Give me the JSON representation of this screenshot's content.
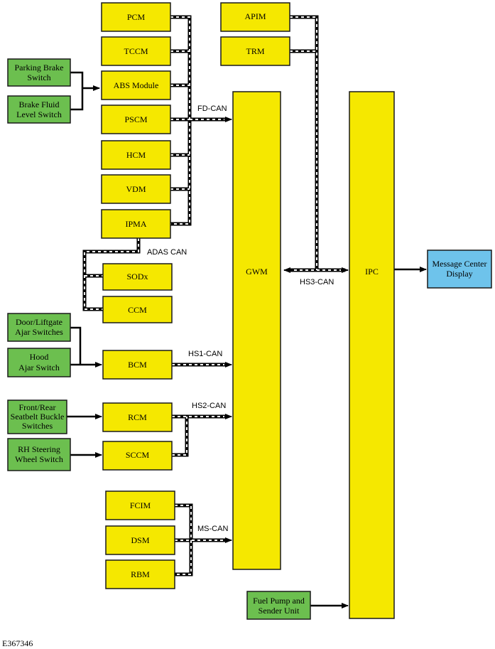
{
  "modules": {
    "pcm": "PCM",
    "tccm": "TCCM",
    "abs": "ABS Module",
    "pscm": "PSCM",
    "hcm": "HCM",
    "vdm": "VDM",
    "ipma": "IPMA",
    "apim": "APIM",
    "trm": "TRM",
    "sodx": "SODx",
    "ccm": "CCM",
    "bcm": "BCM",
    "rcm": "RCM",
    "sccm": "SCCM",
    "fcim": "FCIM",
    "dsm": "DSM",
    "rbm": "RBM",
    "gwm": "GWM",
    "ipc": "IPC"
  },
  "inputs": {
    "parking_brake": [
      "Parking Brake",
      "Switch"
    ],
    "brake_fluid": [
      "Brake Fluid",
      "Level Switch"
    ],
    "door_liftgate": [
      "Door/Liftgate",
      "Ajar Switches"
    ],
    "hood": [
      "Hood",
      "Ajar Switch"
    ],
    "seatbelt": [
      "Front/Rear",
      "Seatbelt Buckle",
      "Switches"
    ],
    "rh_steering": [
      "RH Steering",
      "Wheel Switch"
    ],
    "fuel_pump": [
      "Fuel Pump and",
      "Sender Unit"
    ],
    "message_center": [
      "Message Center",
      "Display"
    ]
  },
  "networks": {
    "fd_can": "FD-CAN",
    "adas_can": "ADAS CAN",
    "hs1_can": "HS1-CAN",
    "hs2_can": "HS2-CAN",
    "hs3_can": "HS3-CAN",
    "ms_can": "MS-CAN"
  },
  "figure_id": "E367346",
  "colors": {
    "module_fill": "#f5e800",
    "input_fill": "#6cbf4f",
    "display_fill": "#6ec3eb",
    "border": "#1a1a1a"
  }
}
